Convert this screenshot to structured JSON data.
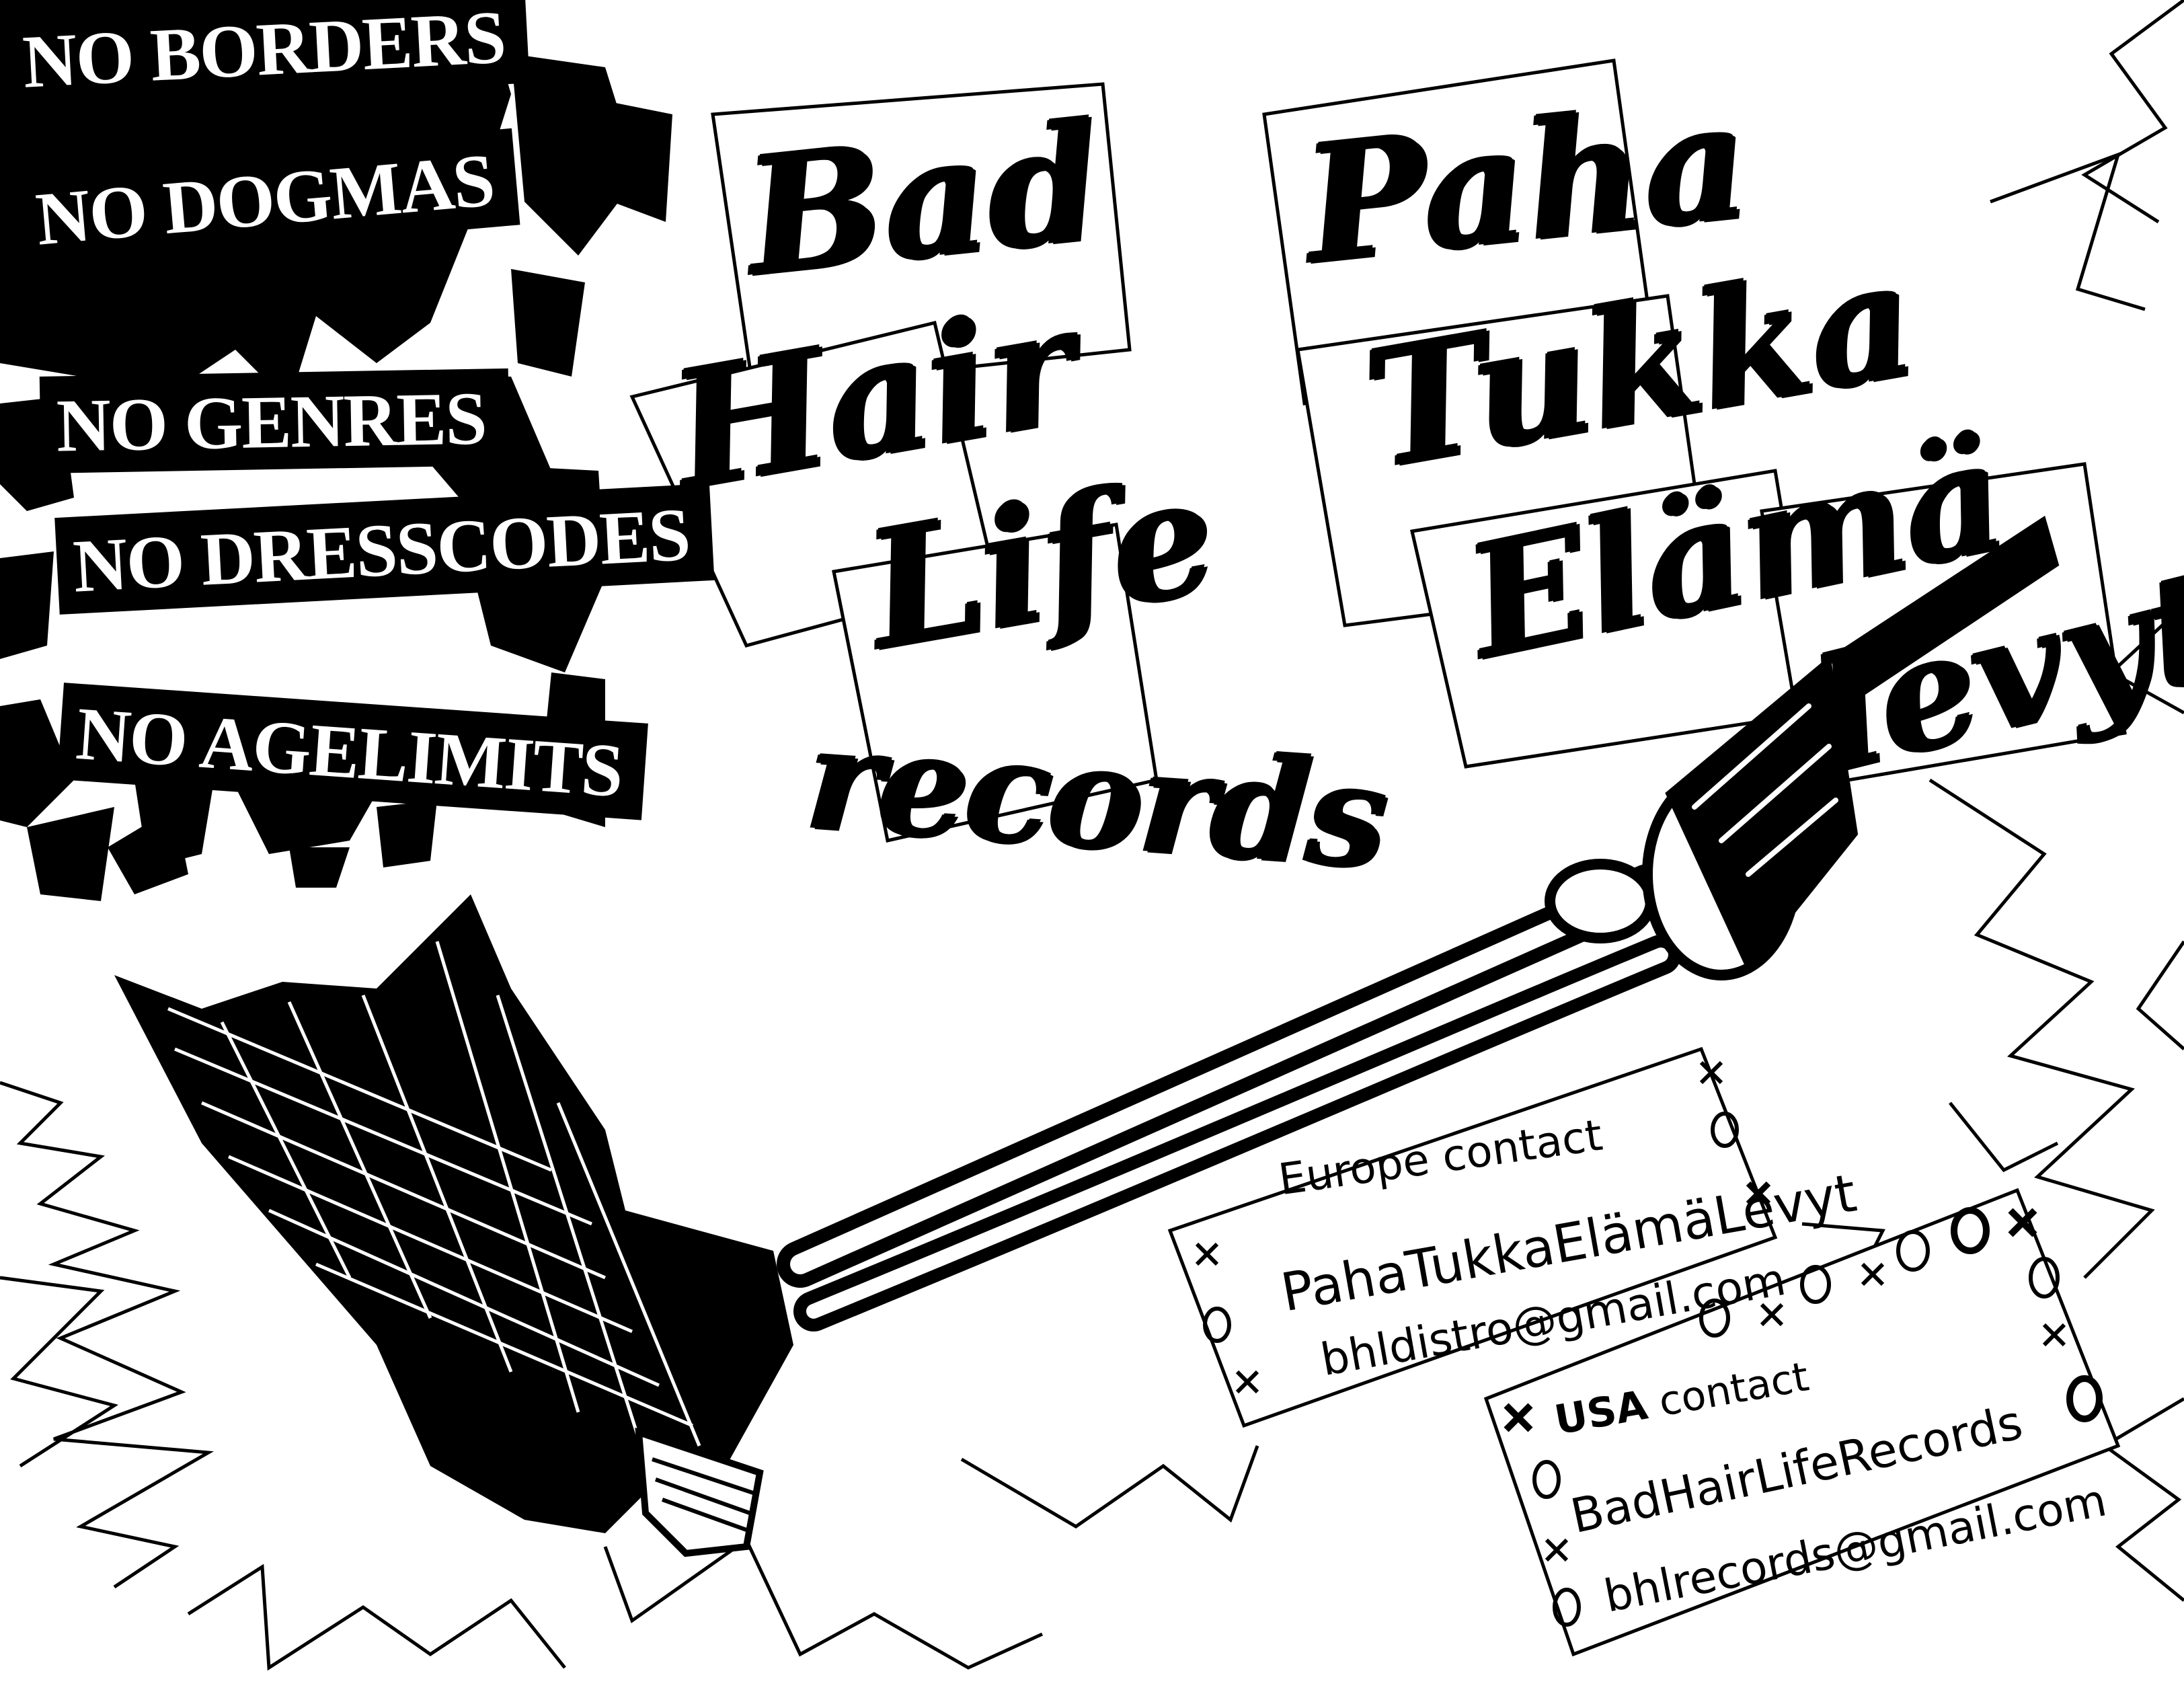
{
  "slogans": {
    "s1": "NO BORDERS",
    "s2": "NO DOGMAS",
    "s3": "NO GENRES",
    "s4": "NO DRESSCODES",
    "s5": "NO AGELIMITS"
  },
  "logo_english": {
    "bad": "Bad",
    "hair": "Hair",
    "life": "Life",
    "records": "records"
  },
  "logo_finnish": {
    "paha": "Paha",
    "tukka": "Tukka",
    "elama": "Elämä",
    "levyt": "levyt"
  },
  "europe_contact": {
    "heading": "Europe contact",
    "name": "PahaTukkaElämäLevyt",
    "email": "bhldistro@gmail.com"
  },
  "usa_contact": {
    "country": "USA",
    "heading": "contact",
    "name": "BadHairLifeRecords",
    "email": "bhlrecords@gmail.com"
  },
  "colors": {
    "ink": "#000000",
    "paper": "#ffffff"
  },
  "icons": [
    "skeleton-arm-illustration",
    "fishnet-sleeve-illustration",
    "lightning-burst-lines",
    "tic-tac-toe-marks"
  ]
}
